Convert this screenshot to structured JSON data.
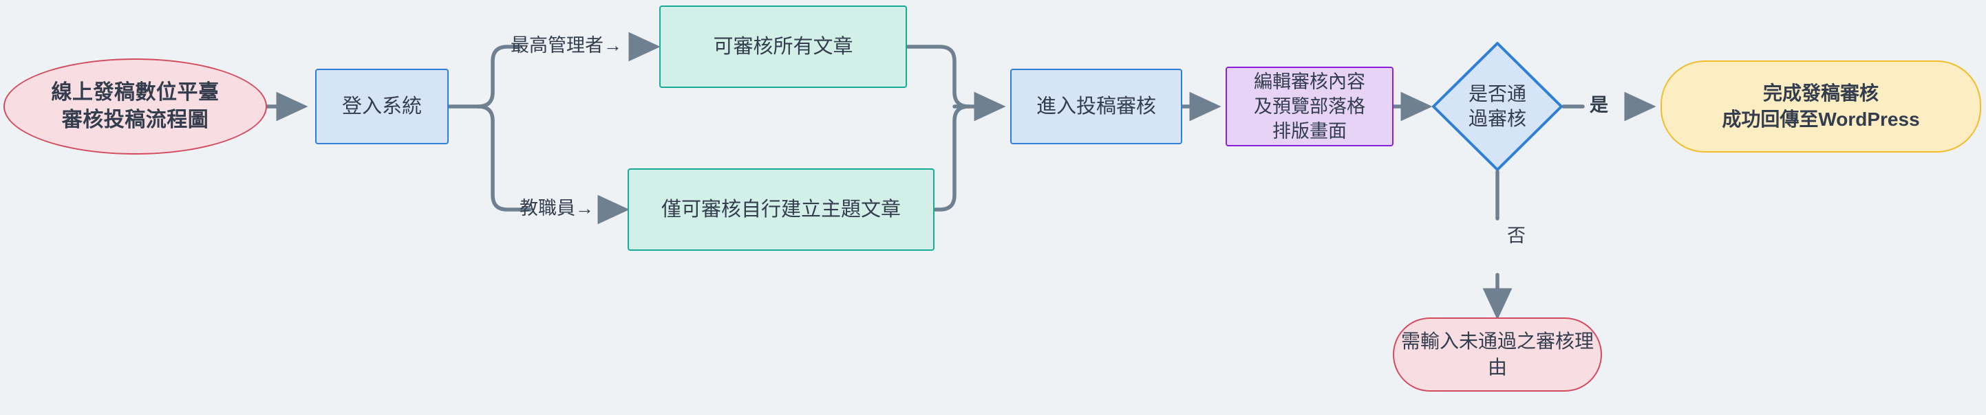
{
  "diagram": {
    "title": "線上發稿數位平臺審核投稿流程圖",
    "background_color": "#eef2f5",
    "text_color": "#333d4d"
  },
  "nodes": {
    "start": {
      "label": "線上發稿數位平臺\n審核投稿流程圖",
      "shape": "ellipse",
      "fill": "#f8dde2",
      "stroke": "#d24b5e"
    },
    "login": {
      "label": "登入系統",
      "shape": "rectangle",
      "fill": "#d6e4f7",
      "stroke": "#2f7fd4"
    },
    "review_all": {
      "label": "可審核所有文章",
      "shape": "rectangle",
      "fill": "#d2efe8",
      "stroke": "#16ab94"
    },
    "review_own": {
      "label": "僅可審核自行建立主題文章",
      "shape": "rectangle",
      "fill": "#d2efe8",
      "stroke": "#16ab94"
    },
    "enter_review": {
      "label": "進入投稿審核",
      "shape": "rectangle",
      "fill": "#d6e4f7",
      "stroke": "#2f7fd4"
    },
    "edit_preview": {
      "label": "編輯審核內容\n及預覽部落格\n排版畫面",
      "shape": "rectangle",
      "fill": "#e6d3f6",
      "stroke": "#8b1fdb"
    },
    "decision": {
      "label": "是否通\n過審核",
      "shape": "diamond",
      "fill": "#d6e4f7",
      "stroke": "#2f7fd4"
    },
    "success": {
      "label": "完成發稿審核\n成功回傳至WordPress",
      "shape": "stadium",
      "fill": "#fcedc2",
      "stroke": "#f3bd29"
    },
    "reject": {
      "label": "需輸入未通過之審核理由",
      "shape": "stadium",
      "fill": "#f8dde2",
      "stroke": "#d24b5e"
    }
  },
  "edge_labels": {
    "admin": "最高管理者→",
    "staff": "教職員→",
    "yes": "是",
    "no": "否"
  },
  "edges": {
    "stroke": "#6f8091",
    "list": [
      {
        "from": "start",
        "to": "login",
        "label": ""
      },
      {
        "from": "login",
        "to": "review_all",
        "label": "最高管理者→"
      },
      {
        "from": "login",
        "to": "review_own",
        "label": "教職員→"
      },
      {
        "from": "review_all",
        "to": "enter_review",
        "label": ""
      },
      {
        "from": "review_own",
        "to": "enter_review",
        "label": ""
      },
      {
        "from": "enter_review",
        "to": "edit_preview",
        "label": ""
      },
      {
        "from": "edit_preview",
        "to": "decision",
        "label": ""
      },
      {
        "from": "decision",
        "to": "success",
        "label": "是"
      },
      {
        "from": "decision",
        "to": "reject",
        "label": "否"
      }
    ]
  }
}
